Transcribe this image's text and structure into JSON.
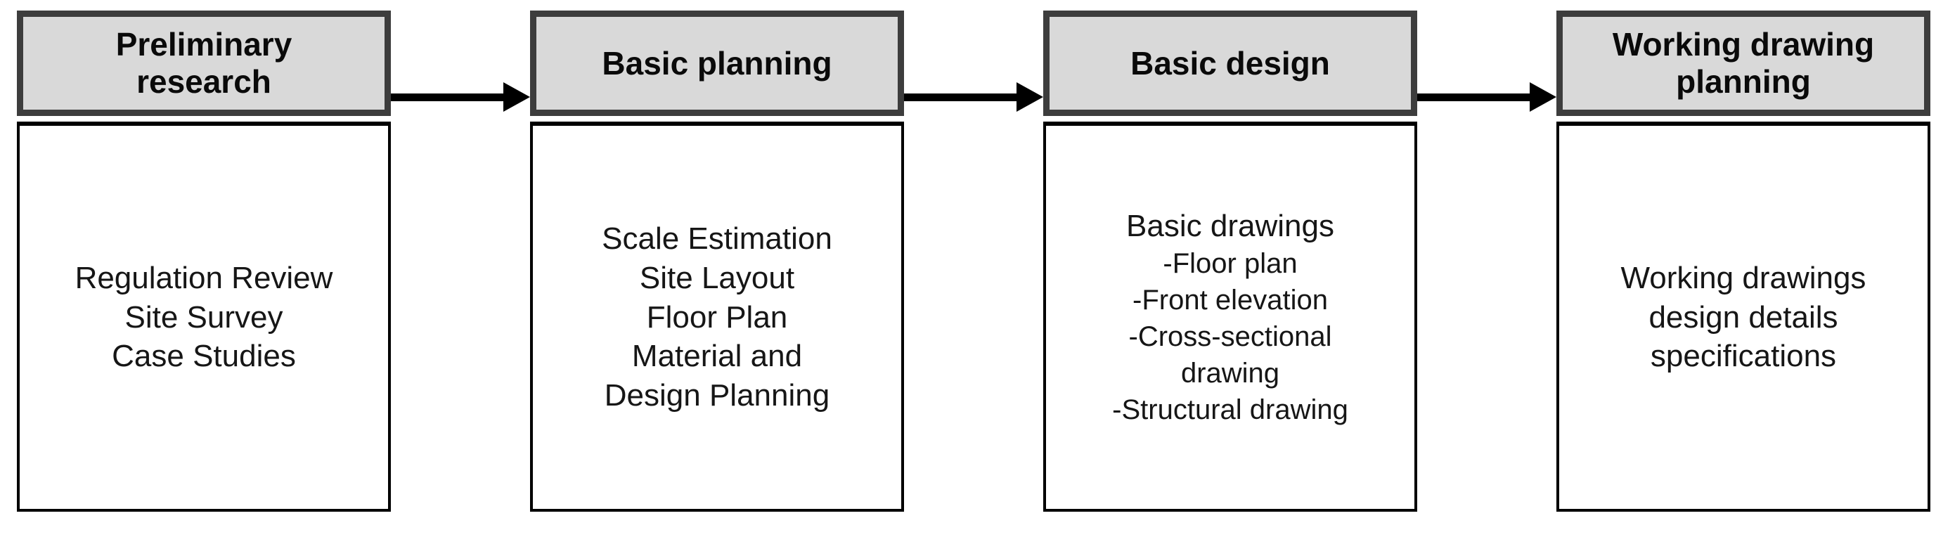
{
  "flowchart": {
    "colors": {
      "header_fill": "#d9d9d9",
      "header_border": "#3d3d3d",
      "body_border": "#000000",
      "arrow": "#000000",
      "text": "#111111"
    },
    "stages": [
      {
        "title": "Preliminary research",
        "items": [
          "Regulation Review",
          "Site Survey",
          "Case Studies"
        ]
      },
      {
        "title": "Basic planning",
        "items": [
          "Scale Estimation",
          "Site Layout",
          "Floor Plan",
          "Material and",
          "Design Planning"
        ]
      },
      {
        "title": "Basic design",
        "lead": "Basic drawings",
        "subitems": [
          "-Floor plan",
          "-Front elevation",
          "-Cross-sectional",
          "drawing",
          "-Structural drawing"
        ]
      },
      {
        "title": "Working drawing planning",
        "items": [
          "Working drawings",
          "design details",
          "specifications"
        ]
      }
    ]
  }
}
